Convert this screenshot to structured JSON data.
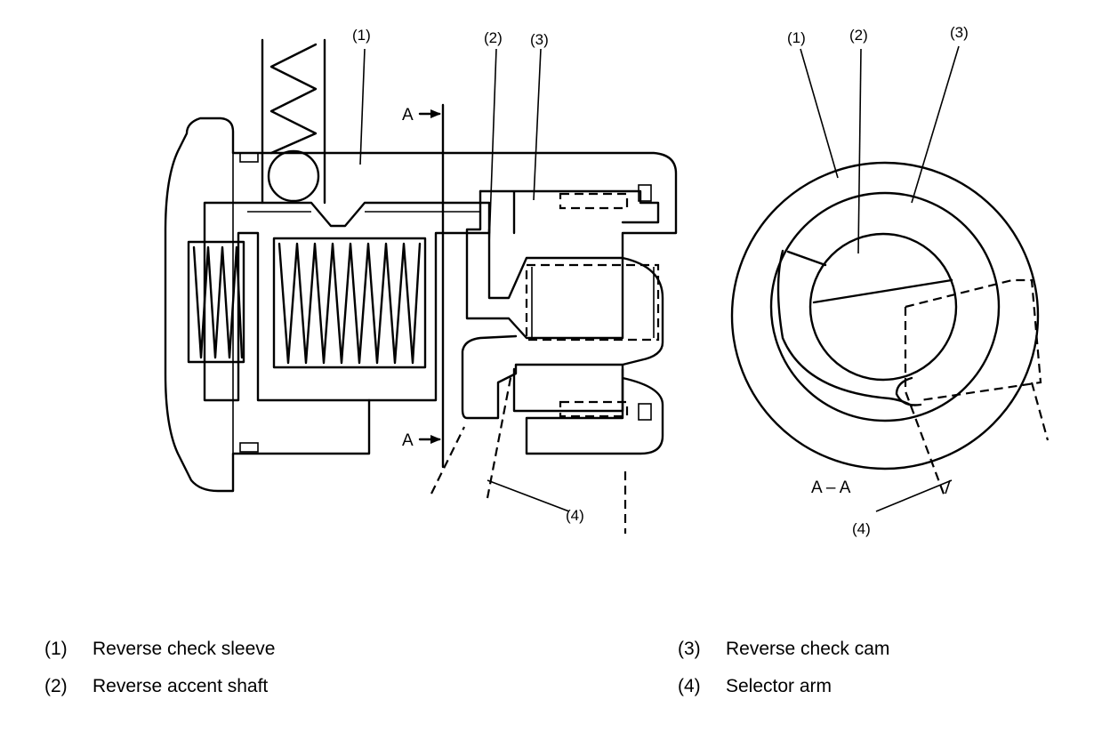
{
  "diagram": {
    "callouts": {
      "left_1": "(1)",
      "left_2": "(2)",
      "left_3": "(3)",
      "left_4": "(4)",
      "right_1": "(1)",
      "right_2": "(2)",
      "right_3": "(3)",
      "right_4": "(4)"
    },
    "section_marks": {
      "top": "A",
      "bottom": "A"
    },
    "section_view_title": "A – A"
  },
  "legend": [
    {
      "number": "(1)",
      "text": "Reverse check sleeve"
    },
    {
      "number": "(2)",
      "text": "Reverse accent shaft"
    },
    {
      "number": "(3)",
      "text": "Reverse check cam"
    },
    {
      "number": "(4)",
      "text": "Selector arm"
    }
  ]
}
